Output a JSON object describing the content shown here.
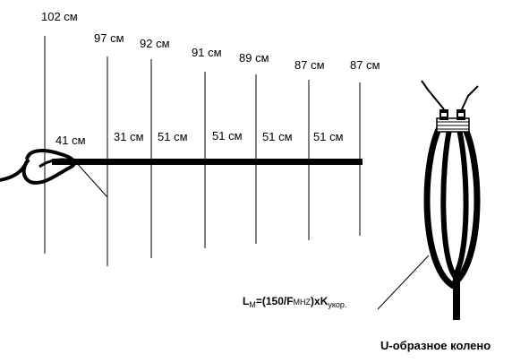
{
  "element_lengths": [
    "102 см",
    "97 см",
    "92 см",
    "91 см",
    "89 см",
    "87 см",
    "87 см"
  ],
  "spacings": [
    "41 см",
    "31 см",
    "51 см",
    "51 см",
    "51 см",
    "51 см"
  ],
  "formula": {
    "L": "L",
    "L_sub": "М",
    "expr_open": "=(150/F",
    "F_sub": "MHZ",
    "expr_close": ")xK",
    "K_sub": "укор."
  },
  "caption": "U-образное колено"
}
